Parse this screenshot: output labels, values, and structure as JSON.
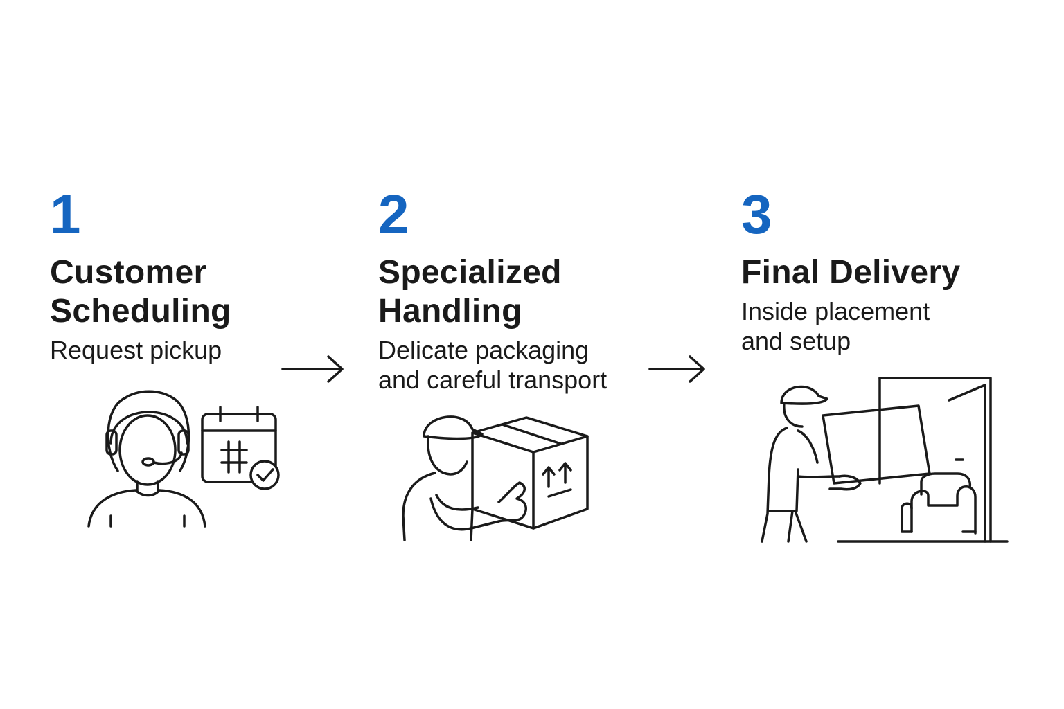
{
  "accent_color": "#1565C0",
  "text_color": "#1a1a1a",
  "steps": [
    {
      "number": "1",
      "title": "Customer\nScheduling",
      "description": "Request pickup",
      "icon": "customer-service-calendar-icon"
    },
    {
      "number": "2",
      "title": "Specialized\nHandling",
      "description": "Delicate packaging\nand careful transport",
      "icon": "worker-carrying-box-icon"
    },
    {
      "number": "3",
      "title": "Final Delivery",
      "description": "Inside placement\nand setup",
      "icon": "delivery-person-placement-icon"
    }
  ],
  "connectors": [
    "arrow-right-icon",
    "arrow-right-icon"
  ]
}
